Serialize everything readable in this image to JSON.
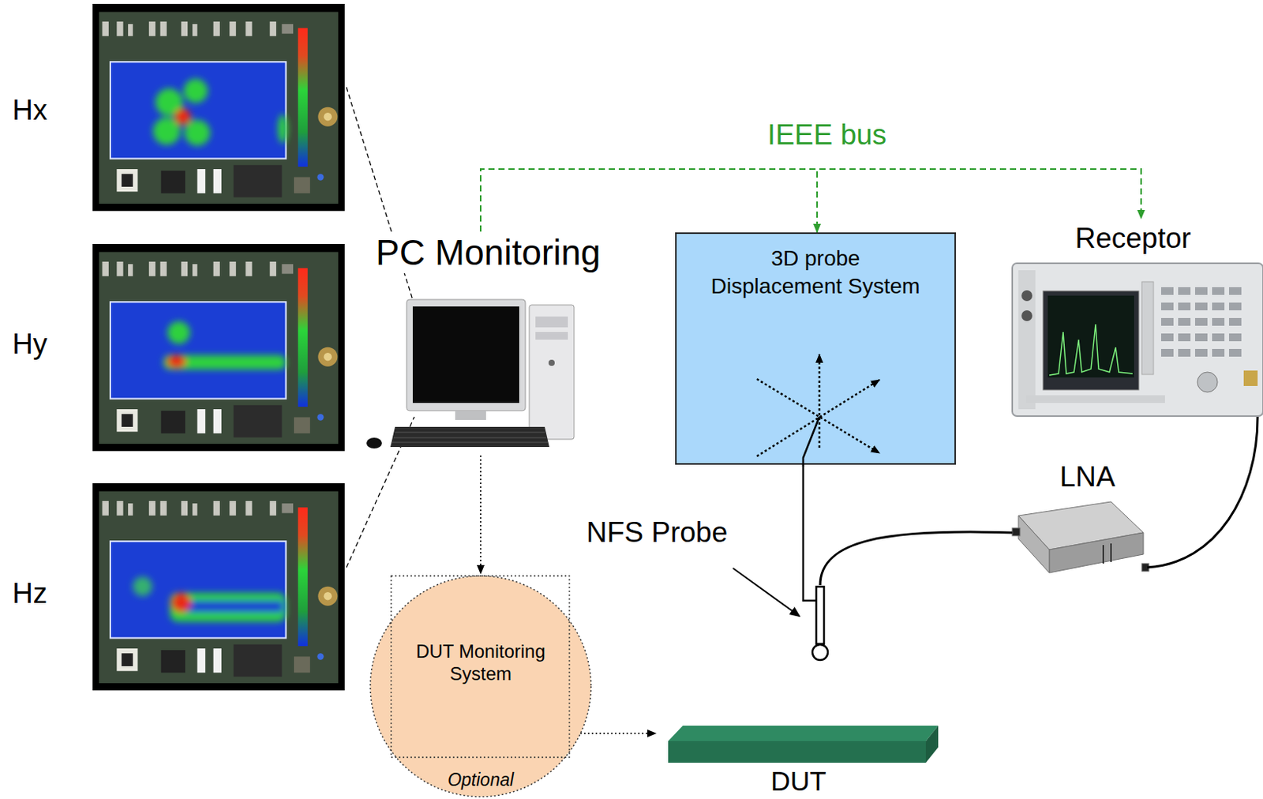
{
  "diagram": {
    "nodes": [
      {
        "text": [
          "PC Monitoring"
        ]
      },
      {
        "text": [
          "3D probe Displacement System"
        ]
      },
      {
        "text": [
          "Receptor"
        ]
      },
      {
        "text": [
          "LNA"
        ]
      },
      {
        "text": [
          "NFS Probe"
        ]
      },
      {
        "text": [
          "DUT Monitoring System",
          "Optional"
        ]
      },
      {
        "text": [
          "DUT"
        ]
      }
    ],
    "edges": [
      {
        "from": 0,
        "to": 1,
        "arrow": "to",
        "label": "IEEE bus"
      },
      {
        "from": 0,
        "to": 2,
        "arrow": "to"
      },
      {
        "from": 1,
        "to": 4,
        "arrow": "none"
      },
      {
        "from": 4,
        "to": 3,
        "arrow": "none"
      },
      {
        "from": 3,
        "to": 2,
        "arrow": "none"
      },
      {
        "from": 0,
        "to": 5,
        "arrow": "to"
      },
      {
        "from": 5,
        "to": 6,
        "arrow": "to"
      }
    ],
    "labels": [
      "Hx",
      "Hy",
      "Hz"
    ]
  }
}
